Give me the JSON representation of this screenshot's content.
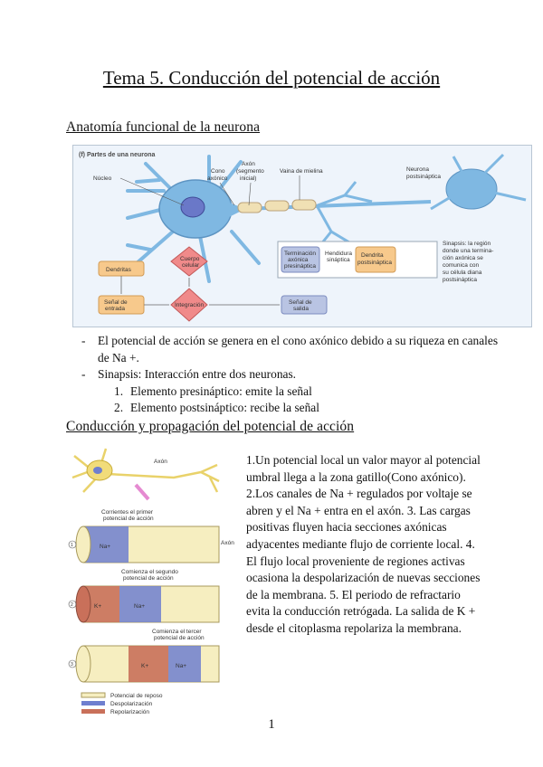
{
  "title": "Tema 5. Conducción del potencial de acción",
  "section1": {
    "heading": "Anatomía funcional de la neurona",
    "figure": {
      "title": "(f) Partes de una neurona",
      "labels": {
        "nucleo": "Núcleo",
        "cono_1": "Cono",
        "cono_2": "axónico",
        "axon_1": "Axón",
        "axon_2": "(segmento",
        "axon_3": "inicial)",
        "vaina": "Vaina de mielina",
        "post_1": "Neurona",
        "post_2": "postsináptica",
        "dendritas": "Dendritas",
        "cuerpo_1": "Cuerpo",
        "cuerpo_2": "celular",
        "entrada_1": "Señal de",
        "entrada_2": "entrada",
        "integracion": "Integración",
        "salida_1": "Señal de",
        "salida_2": "salida",
        "term_1": "Terminación",
        "term_2": "axónica",
        "term_3": "presináptica",
        "hend_1": "Hendidura",
        "hend_2": "sináptica",
        "dpost_1": "Dendrita",
        "dpost_2": "postsináptica",
        "sin_1": "Sinapsis: la región",
        "sin_2": "donde una termina-",
        "sin_3": "ción axónica se",
        "sin_4": "comunica con",
        "sin_5": "su célula diana",
        "sin_6": "postsináptica"
      }
    },
    "bullets": [
      {
        "dash": "-",
        "text": "El potencial de acción se genera en el cono axónico debido a su riqueza en canales de Na +."
      },
      {
        "dash": "-",
        "text": "Sinapsis: Interacción entre dos neuronas."
      }
    ],
    "subitems": [
      {
        "num": "1.",
        "text": "Elemento presináptico: emite la señal"
      },
      {
        "num": "2.",
        "text": "Elemento postsináptico: recibe la señal"
      }
    ]
  },
  "section2": {
    "heading": "Conducción y propagación del potencial de acción",
    "figure": {
      "axon": "Axón",
      "corr1_1": "Corrientes el primer",
      "corr1_2": "potencial de acción",
      "corr2_1": "Comienza el segundo",
      "corr2_2": "potencial de acción",
      "corr3_1": "Comienza el tercer",
      "corr3_2": "potencial de acción",
      "axon_side": "Axón",
      "step1": "1",
      "step2": "2",
      "step3": "3",
      "na": "Na+",
      "k": "K+",
      "legend": [
        "Potencial de reposo",
        "Despolarización",
        "Repolarización"
      ]
    },
    "steps": "1.Un potencial local un valor mayor al potencial umbral llega a la zona gatillo(Cono axónico). 2.Los canales de Na + regulados por voltaje se abren y el Na + entra en el axón. 3. Las cargas positivas fluyen hacia secciones axónicas adyacentes mediante flujo de corriente local. 4. El flujo local proveniente de regiones activas ocasiona la despolarización de nuevas secciones de la membrana. 5. El periodo de refractario evita la conducción retrógada. La salida de K + desde el citoplasma repolariza la membrana."
  },
  "page_number": "1",
  "colors": {
    "neuron_blue": "#7fb8e2",
    "myelin": "#f0e0b4",
    "dendrite_box": "#f7c98c",
    "integration": "#f08a8a",
    "output_box": "#b9c4e3",
    "rest": "#f6eec0",
    "depol": "#6f7fcf",
    "repol": "#c9705a"
  }
}
